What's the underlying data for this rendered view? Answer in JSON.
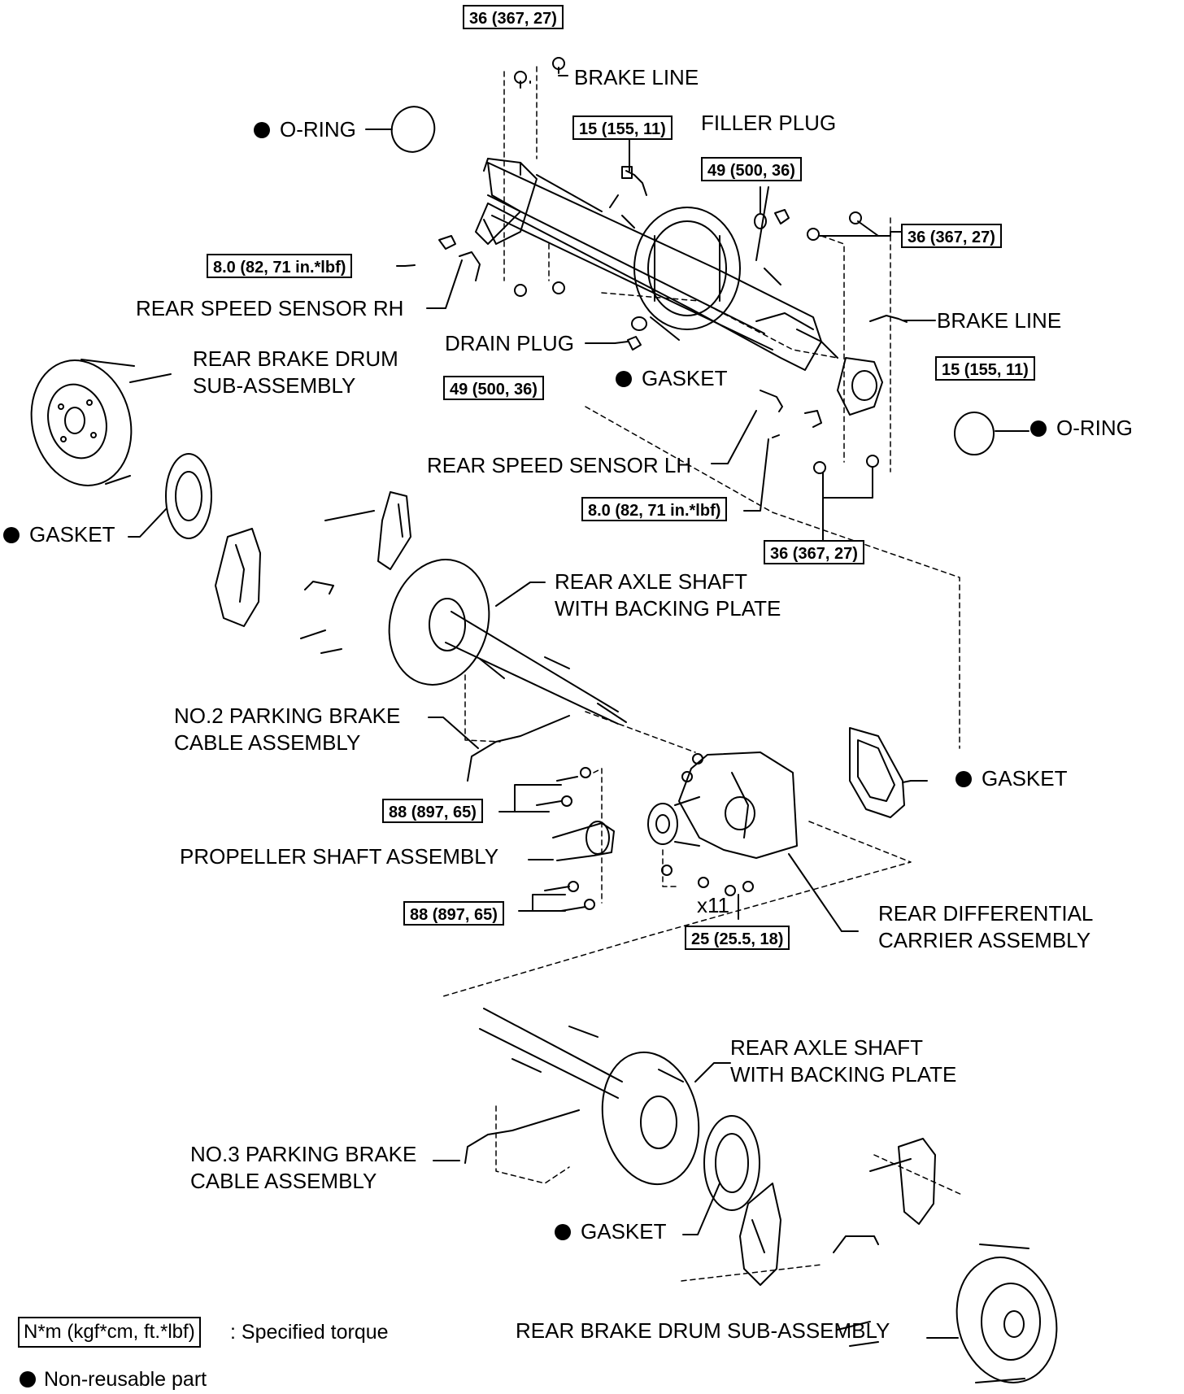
{
  "labels": {
    "brake_line_top": "BRAKE LINE",
    "o_ring_left": "O-RING",
    "filler_plug": "FILLER PLUG",
    "rear_speed_sensor_rh": "REAR SPEED SENSOR RH",
    "brake_line_right": "BRAKE LINE",
    "drain_plug": "DRAIN PLUG",
    "rear_brake_drum_sub_1": "REAR BRAKE DRUM",
    "rear_brake_drum_sub_2": "SUB-ASSEMBLY",
    "gasket_drain": "GASKET",
    "o_ring_right": "O-RING",
    "rear_speed_sensor_lh": "REAR SPEED SENSOR LH",
    "gasket_left": "GASKET",
    "rear_axle_shaft_upper_1": "REAR AXLE SHAFT",
    "rear_axle_shaft_upper_2": "WITH BACKING PLATE",
    "no2_parking_brake_1": "NO.2 PARKING BRAKE",
    "no2_parking_brake_2": "CABLE ASSEMBLY",
    "gasket_carrier": "GASKET",
    "propeller_shaft": "PROPELLER SHAFT ASSEMBLY",
    "rear_diff_1": "REAR DIFFERENTIAL",
    "rear_diff_2": "CARRIER ASSEMBLY",
    "x11": "x11",
    "rear_axle_shaft_lower_1": "REAR AXLE SHAFT",
    "rear_axle_shaft_lower_2": "WITH BACKING PLATE",
    "no3_parking_brake_1": "NO.3 PARKING BRAKE",
    "no3_parking_brake_2": "CABLE ASSEMBLY",
    "gasket_lower": "GASKET",
    "rear_brake_drum_bottom": "REAR BRAKE DRUM SUB-ASSEMBLY"
  },
  "torques": {
    "t_brake_line_top": "36 (367, 27)",
    "t_filler_plug": "15 (155, 11)",
    "t_49_upper": "49 (500, 36)",
    "t_36_right": "36 (367, 27)",
    "t_sensor_rh": "8.0 (82, 71 in.*lbf)",
    "t_15_right": "15 (155, 11)",
    "t_49_drain": "49 (500, 36)",
    "t_sensor_lh": "8.0 (82, 71 in.*lbf)",
    "t_36_lower": "36 (367, 27)",
    "t_88_upper": "88 (897, 65)",
    "t_88_lower": "88 (897, 65)",
    "t_25": "25 (25.5, 18)"
  },
  "legend": {
    "torque_box": "N*m (kgf*cm, ft.*lbf)",
    "torque_text": ": Specified torque",
    "nonreusable_text": "Non-reusable part"
  }
}
